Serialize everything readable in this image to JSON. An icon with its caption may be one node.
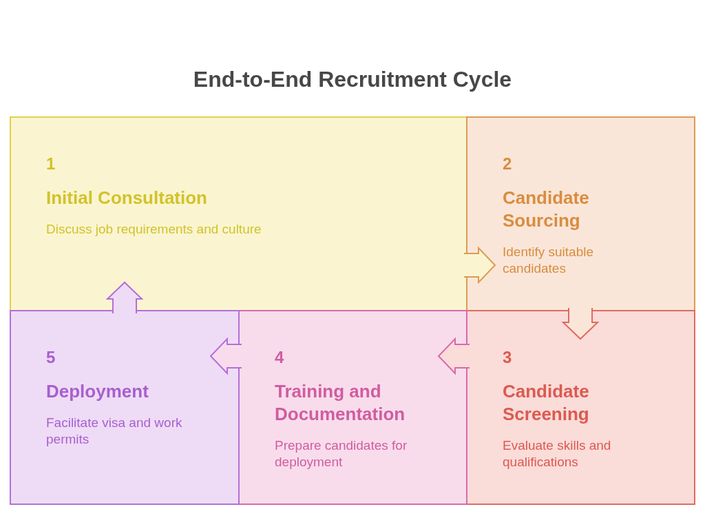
{
  "diagram": {
    "title": "End-to-End Recruitment Cycle",
    "nodes": [
      {
        "text": [
          "1",
          "Initial Consultation",
          "Discuss job requirements and culture"
        ]
      },
      {
        "text": [
          "2",
          "Candidate Sourcing",
          "Identify suitable candidates"
        ]
      },
      {
        "text": [
          "3",
          "Candidate Screening",
          "Evaluate skills and qualifications"
        ]
      },
      {
        "text": [
          "4",
          "Training and Documentation",
          "Prepare candidates for deployment"
        ]
      },
      {
        "text": [
          "5",
          "Deployment",
          "Facilitate visa and work permits"
        ]
      }
    ],
    "edges": [
      {
        "from": 0,
        "to": 1,
        "arrow": "to"
      },
      {
        "from": 1,
        "to": 2,
        "arrow": "to"
      },
      {
        "from": 2,
        "to": 3,
        "arrow": "to"
      },
      {
        "from": 3,
        "to": 4,
        "arrow": "to"
      },
      {
        "from": 4,
        "to": 0,
        "arrow": "to"
      }
    ]
  }
}
